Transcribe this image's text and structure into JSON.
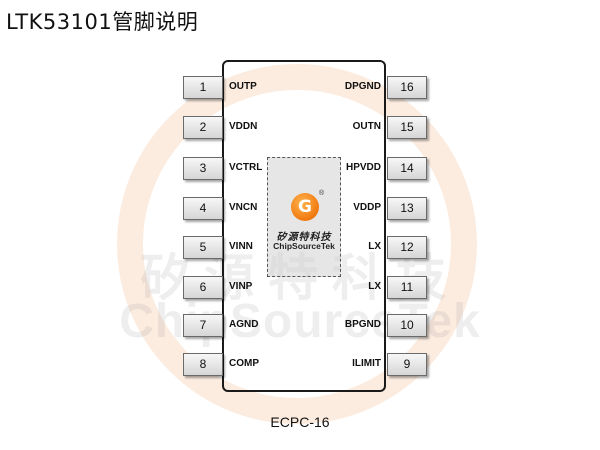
{
  "title": "LTK53101管脚说明",
  "watermark": {
    "cn": "矽源特科技",
    "en": "ChipSourceTek"
  },
  "logo": {
    "glyph": "G",
    "reg": "®",
    "cn": "矽源特科技",
    "en": "ChipSourceTek"
  },
  "package": "ECPC-16",
  "pins_left": [
    {
      "num": "1",
      "name": "OUTP"
    },
    {
      "num": "2",
      "name": "VDDN"
    },
    {
      "num": "3",
      "name": "VCTRL"
    },
    {
      "num": "4",
      "name": "VNCN"
    },
    {
      "num": "5",
      "name": "VINN"
    },
    {
      "num": "6",
      "name": "VINP"
    },
    {
      "num": "7",
      "name": "AGND"
    },
    {
      "num": "8",
      "name": "COMP"
    }
  ],
  "pins_right": [
    {
      "num": "16",
      "name": "DPGND"
    },
    {
      "num": "15",
      "name": "OUTN"
    },
    {
      "num": "14",
      "name": "HPVDD"
    },
    {
      "num": "13",
      "name": "VDDP"
    },
    {
      "num": "12",
      "name": "LX"
    },
    {
      "num": "11",
      "name": "LX"
    },
    {
      "num": "10",
      "name": "BPGND"
    },
    {
      "num": "9",
      "name": "ILIMIT"
    }
  ]
}
